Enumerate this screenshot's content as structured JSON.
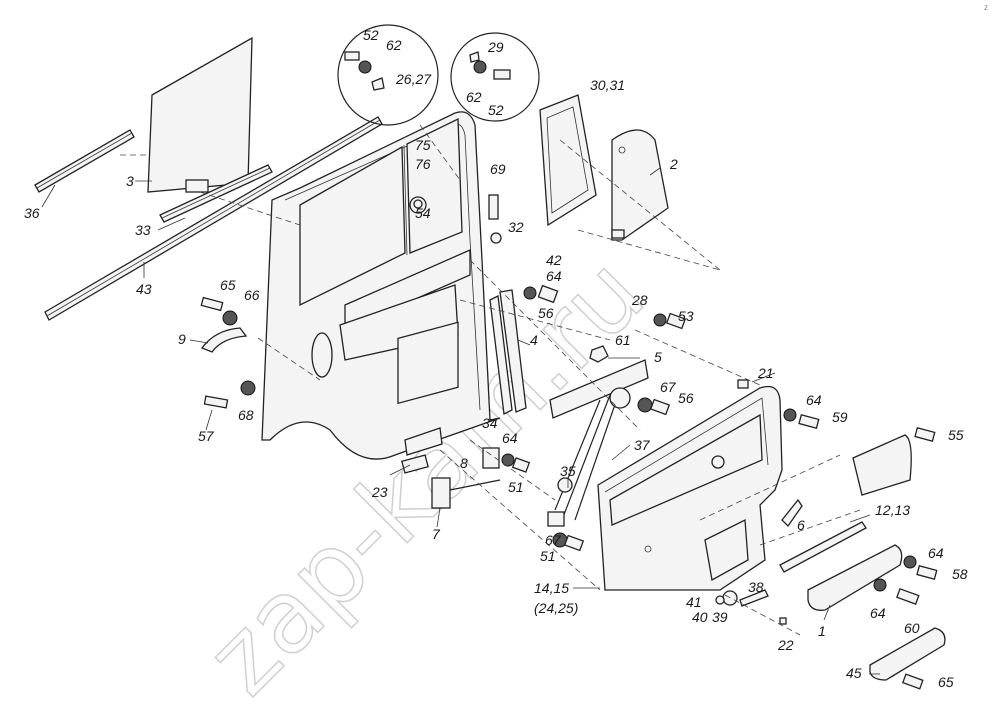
{
  "watermark": "zap-kam.ru",
  "corner_mark": "z",
  "labels": {
    "l52a": "52",
    "l62a": "62",
    "l2627": "26,27",
    "l29": "29",
    "l62b": "62",
    "l52b": "52",
    "l3031": "30,31",
    "l2": "2",
    "l75": "75",
    "l76": "76",
    "l69": "69",
    "l54": "54",
    "l32": "32",
    "l3": "3",
    "l36": "36",
    "l33": "33",
    "l43": "43",
    "l65a": "65",
    "l66": "66",
    "l9": "9",
    "l57": "57",
    "l68": "68",
    "l42": "42",
    "l64a": "64",
    "l56a": "56",
    "l28": "28",
    "l53": "53",
    "l4": "4",
    "l61": "61",
    "l5": "5",
    "l21": "21",
    "l67a": "67",
    "l56b": "56",
    "l64b": "64",
    "l59": "59",
    "l55": "55",
    "l34": "34",
    "l64c": "64",
    "l37": "37",
    "l8": "8",
    "l51a": "51",
    "l35": "35",
    "l23": "23",
    "l7": "7",
    "l6": "6",
    "l1213": "12,13",
    "l67b": "67",
    "l51b": "51",
    "l1415": "14,15",
    "l2425": "(24,25)",
    "l41": "41",
    "l38": "38",
    "l40": "40",
    "l39": "39",
    "l22": "22",
    "l64d": "64",
    "l58": "58",
    "l1": "1",
    "l64e": "64",
    "l60": "60",
    "l45": "45",
    "l65b": "65"
  }
}
